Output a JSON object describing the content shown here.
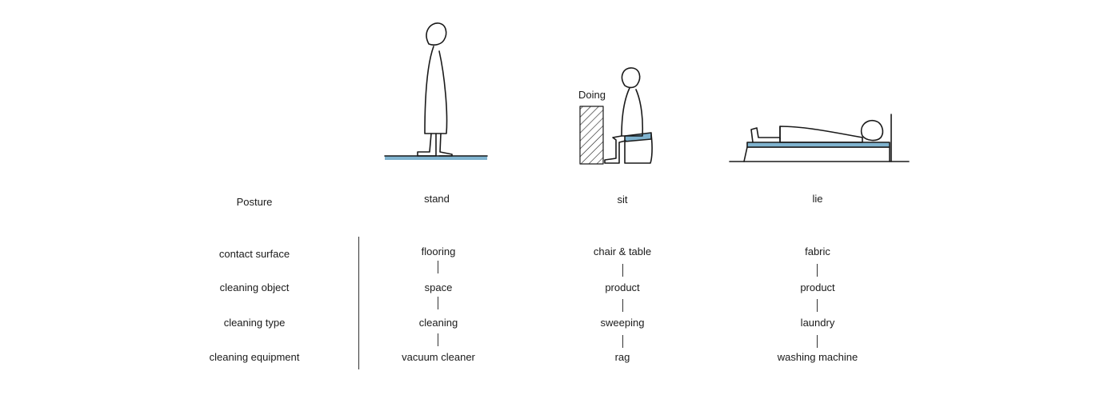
{
  "posture_label": "Posture",
  "doing_label": "Doing",
  "postures": [
    "stand",
    "sit",
    "lie"
  ],
  "row_labels": [
    "contact surface",
    "cleaning object",
    "cleaning type",
    "cleaning equipment"
  ],
  "columns": [
    {
      "posture": "stand",
      "items": [
        "flooring",
        "space",
        "cleaning",
        "vacuum cleaner"
      ]
    },
    {
      "posture": "sit",
      "items": [
        "chair & table",
        "product",
        "sweeping",
        "rag"
      ]
    },
    {
      "posture": "lie",
      "items": [
        "fabric",
        "product",
        "laundry",
        "washing machine"
      ]
    }
  ],
  "colors": {
    "surface_blue": "#7fb3cf",
    "ink": "#1a1a1a"
  }
}
